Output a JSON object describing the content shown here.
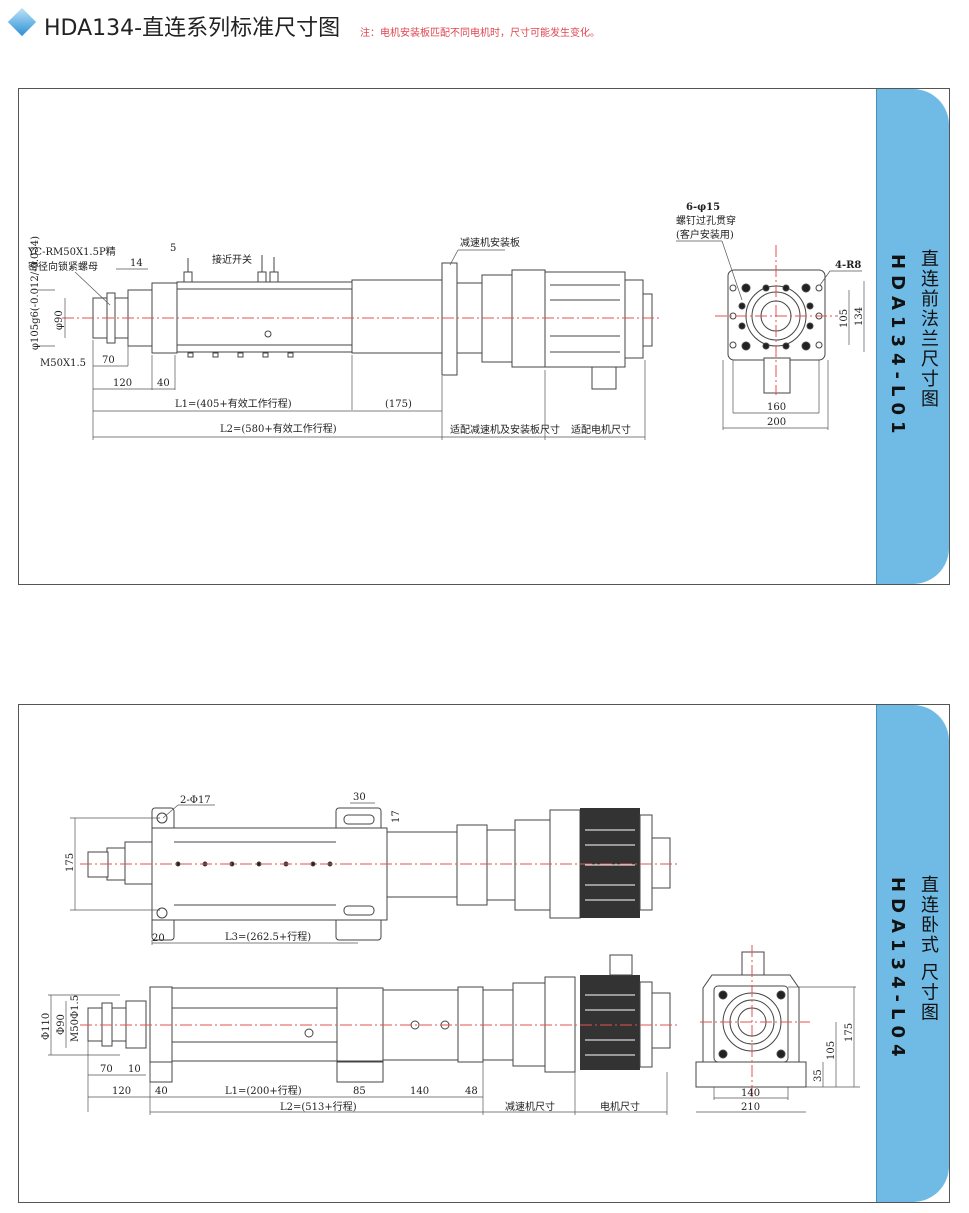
{
  "header": {
    "title": "HDA134-直连系列标准尺寸图",
    "note": "注：电机安装板匹配不同电机时，尺寸可能发生变化。"
  },
  "colors": {
    "tab": "#6fbbe5",
    "note": "#e0454f",
    "centerline": "#e05050"
  },
  "panel1": {
    "tab_title": "直连前法兰尺寸图",
    "tab_code": "HDA134-L01",
    "labels": {
      "nut_line1": "YC-RM50X1.5P精",
      "nut_line2": "密径向锁紧螺母",
      "proximity": "接近开关",
      "reducer_plate": "减速机安装板",
      "holes": "6-φ15",
      "holes_note1": "螺钉过孔贯穿",
      "holes_note2": "(客户安装用)",
      "radius": "4-R8"
    },
    "dims": {
      "d5": "5",
      "d14": "14",
      "phi105": "φ105g6(-0.012/-0.034)",
      "phi90": "φ90",
      "m50": "M50X1.5",
      "d70": "70",
      "d120": "120",
      "d40": "40",
      "l1": "L1=(405+有效工作行程)",
      "d175": "(175)",
      "l2": "L2=(580+有效工作行程)",
      "reducer_size": "适配减速机及安装板尺寸",
      "motor_size": "适配电机尺寸",
      "d160": "160",
      "d200": "200",
      "d105": "105",
      "d134": "134"
    }
  },
  "panel2": {
    "tab_title": "直连卧式 尺寸图",
    "tab_code": "HDA134-L04",
    "dims": {
      "holes": "2-Φ17",
      "d30": "30",
      "d17": "17",
      "d175": "175",
      "d20": "20",
      "l3": "L3=(262.5+行程)",
      "phi110": "Φ110",
      "phi90": "Φ90",
      "m50": "M50Φ1.5",
      "d70": "70",
      "d10": "10",
      "d120": "120",
      "d40": "40",
      "l1": "L1=(200+行程)",
      "d85": "85",
      "d140": "140",
      "d48": "48",
      "l2": "L2=(513+行程)",
      "reducer_size": "减速机尺寸",
      "motor_size": "电机尺寸",
      "s140": "140",
      "s210": "210",
      "s35": "35",
      "s105": "105",
      "s175": "175"
    }
  }
}
